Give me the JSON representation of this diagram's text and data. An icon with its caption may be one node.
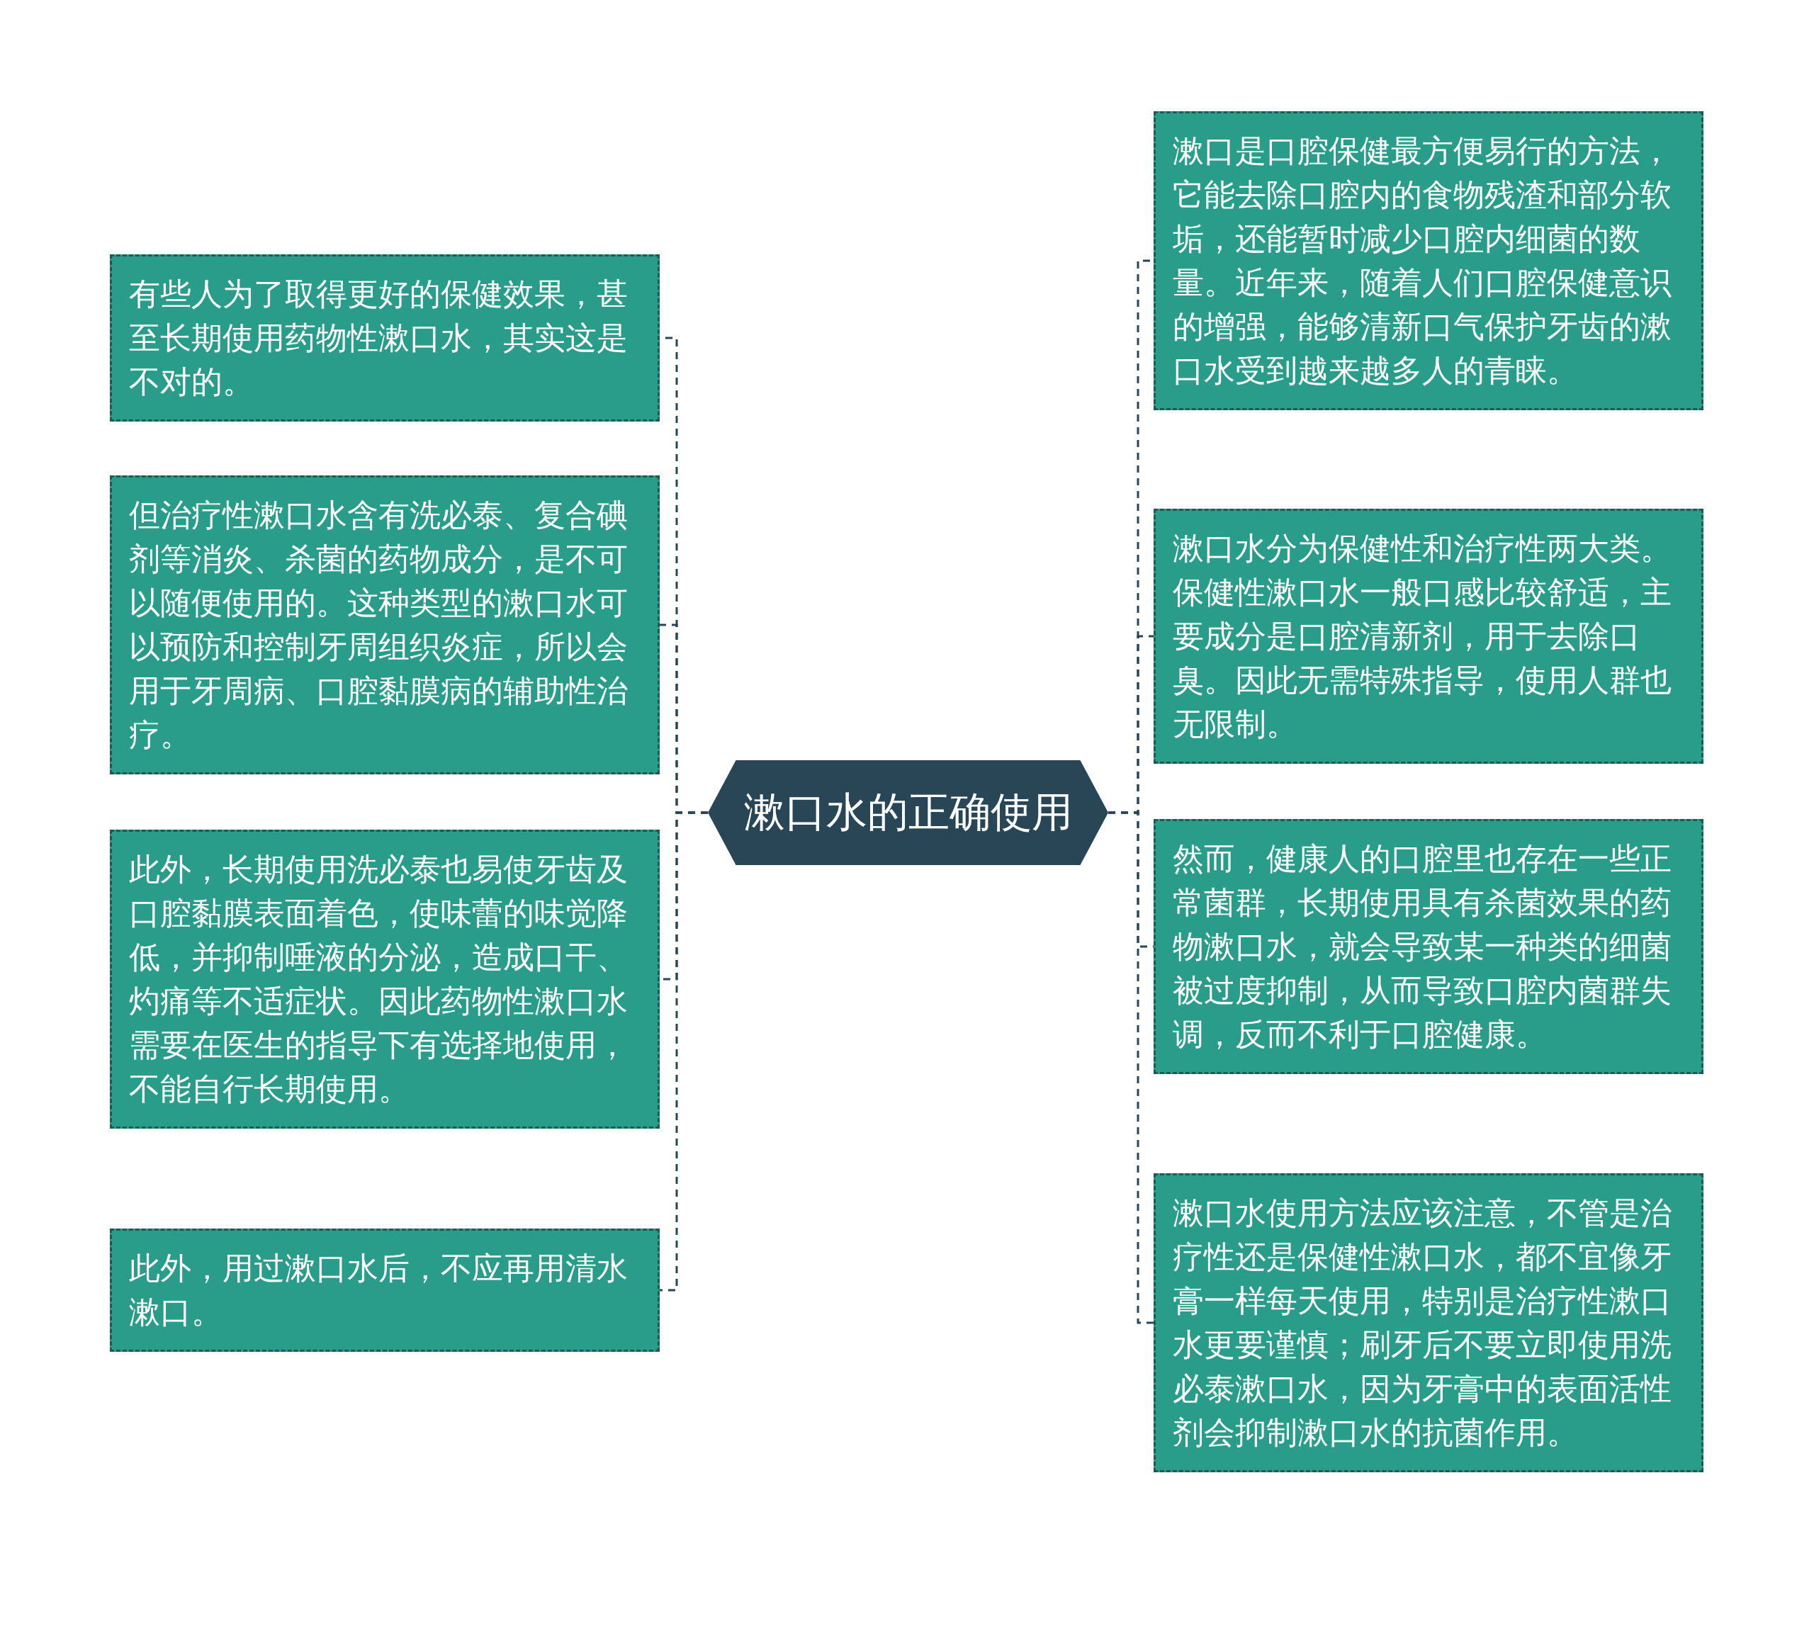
{
  "diagram": {
    "nodes": [
      {
        "text": [
          "漱口水的正确使用"
        ]
      },
      {
        "text": [
          "有些人为了取得更好的保健效果，甚至长期使用药物性漱口水，其实这是不对的。"
        ]
      },
      {
        "text": [
          "但治疗性漱口水含有洗必泰、复合碘剂等消炎、杀菌的药物成分，是不可以随便使用的。这种类型的漱口水可以预防和控制牙周组织炎症，所以会用于牙周病、口腔黏膜病的辅助性治疗。"
        ]
      },
      {
        "text": [
          "此外，长期使用洗必泰也易使牙齿及口腔黏膜表面着色，使味蕾的味觉降低，并抑制唾液的分泌，造成口干、灼痛等不适症状。因此药物性漱口水需要在医生的指导下有选择地使用，不能自行长期使用。"
        ]
      },
      {
        "text": [
          "此外，用过漱口水后，不应再用清水漱口。"
        ]
      },
      {
        "text": [
          "漱口是口腔保健最方便易行的方法，它能去除口腔内的食物残渣和部分软垢，还能暂时减少口腔内细菌的数量。近年来，随着人们口腔保健意识的增强，能够清新口气保护牙齿的漱口水受到越来越多人的青睐。"
        ]
      },
      {
        "text": [
          "漱口水分为保健性和治疗性两大类。保健性漱口水一般口感比较舒适，主要成分是口腔清新剂，用于去除口臭。因此无需特殊指导，使用人群也无限制。"
        ]
      },
      {
        "text": [
          "然而，健康人的口腔里也存在一些正常菌群，长期使用具有杀菌效果的药物漱口水，就会导致某一种类的细菌被过度抑制，从而导致口腔内菌群失调，反而不利于口腔健康。"
        ]
      },
      {
        "text": [
          "漱口水使用方法应该注意，不管是治疗性还是保健性漱口水，都不宜像牙膏一样每天使用，特别是治疗性漱口水更要谨慎；刷牙后不要立即使用洗必泰漱口水，因为牙膏中的表面活性剂会抑制漱口水的抗菌作用。"
        ]
      }
    ],
    "edges": [
      {
        "from": 0,
        "to": 1,
        "arrow": "none",
        "style": "dashed"
      },
      {
        "from": 0,
        "to": 2,
        "arrow": "none",
        "style": "dashed"
      },
      {
        "from": 0,
        "to": 3,
        "arrow": "none",
        "style": "dashed"
      },
      {
        "from": 0,
        "to": 4,
        "arrow": "none",
        "style": "dashed"
      },
      {
        "from": 0,
        "to": 5,
        "arrow": "none",
        "style": "dashed"
      },
      {
        "from": 0,
        "to": 6,
        "arrow": "none",
        "style": "dashed"
      },
      {
        "from": 0,
        "to": 7,
        "arrow": "none",
        "style": "dashed"
      },
      {
        "from": 0,
        "to": 8,
        "arrow": "none",
        "style": "dashed"
      }
    ]
  }
}
